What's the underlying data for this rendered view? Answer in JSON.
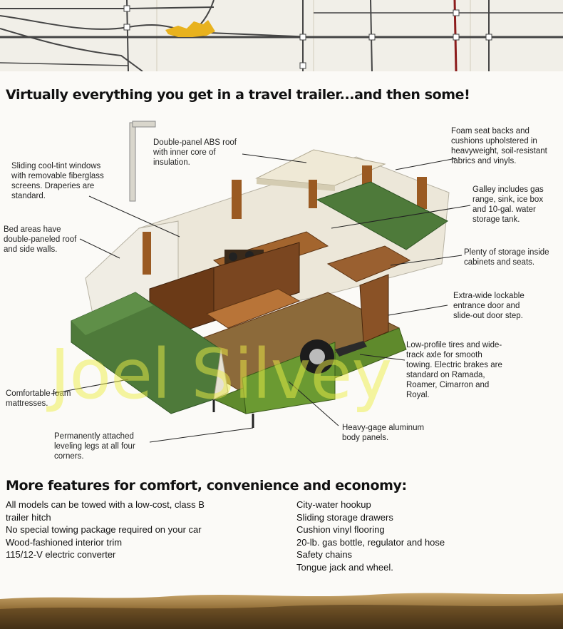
{
  "heading": "Virtually everything you get in a travel trailer...and then some!",
  "callouts": {
    "roof": "Double-panel ABS roof with inner core of insulation.",
    "seats": "Foam seat backs and cushions upholstered in heavyweight, soil-resistant fabrics and vinyls.",
    "windows": "Sliding cool-tint windows with removable fiberglass screens. Draperies are standard.",
    "galley": "Galley includes gas range, sink, ice box and 10-gal. water storage tank.",
    "bed_areas": "Bed areas have double-paneled roof and side walls.",
    "storage": "Plenty of storage inside cabinets and seats.",
    "door": "Extra-wide lockable entrance door and slide-out door step.",
    "tires": "Low-profile tires and wide-track axle for smooth towing. Electric brakes are standard on Ramada, Roamer, Cimarron and Royal.",
    "mattresses": "Comfortable foam mattresses.",
    "panels": "Heavy-gage aluminum body panels.",
    "legs": "Permanently attached leveling legs at all four corners."
  },
  "watermark": "Joel Silvey",
  "features_heading": "More features for comfort, convenience and economy:",
  "features_left": [
    "All models can be towed with a low-cost, class B trailer hitch",
    "No special towing package required on your car",
    "Wood-fashioned interior trim",
    "115/12-V electric converter"
  ],
  "features_right": [
    "City-water hookup",
    "Sliding storage drawers",
    "Cushion vinyl flooring",
    "20-lb. gas bottle, regulator and hose",
    "Safety chains",
    "Tongue jack and wheel."
  ],
  "colors": {
    "trailer_green": "#5f8a2c",
    "cushion_green": "#4e7a3a",
    "wood_brown": "#8a5226",
    "map_red": "#8c1c1c",
    "map_yellow": "#e8b21e",
    "watermark_yellow": "#eeee46"
  }
}
